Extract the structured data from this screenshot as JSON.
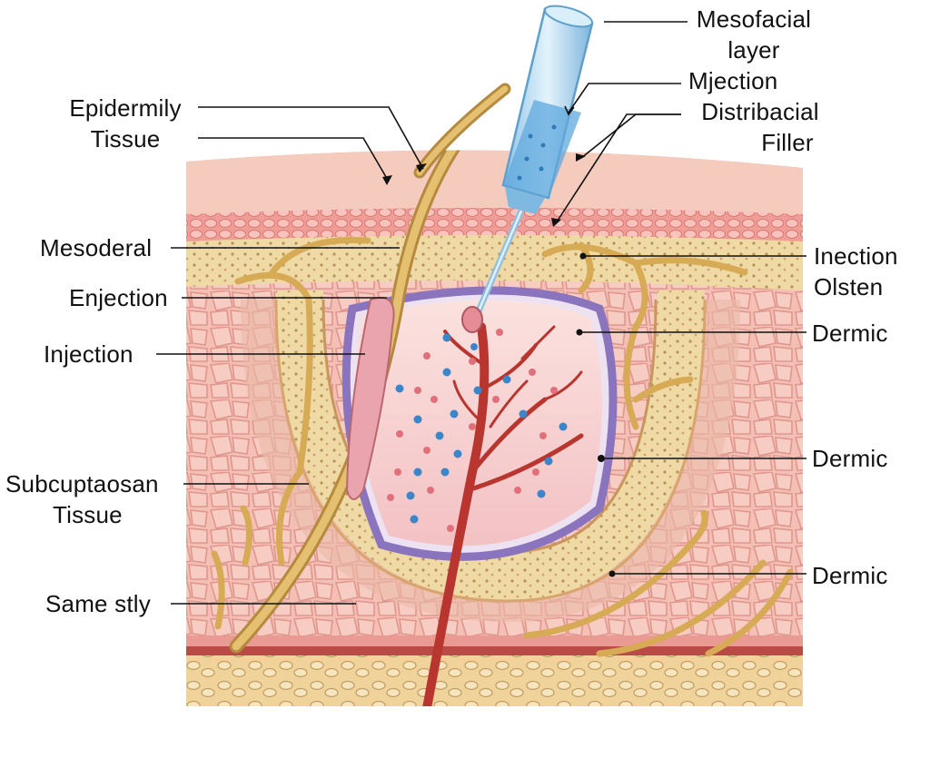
{
  "colors": {
    "epidermis": "#f3c2b4",
    "skin_cells": "#f4b6ae",
    "fat_layer": "#ecd49a",
    "nerve": "#d8b05a",
    "vessel": "#b33a32",
    "filler_pocket": "#f7d3d0",
    "membrane": "#7f6fb7",
    "particle_blue": "#3a86c8",
    "particle_red": "#e0707a",
    "syringe": "#a9d3ee"
  },
  "labels": {
    "mesofacial": [
      "Mesofacial",
      "layer"
    ],
    "mjection": "Mjection",
    "distribacial": [
      "Distribacial",
      "Filler"
    ],
    "epidermily": [
      "Epidermily",
      "Tissue"
    ],
    "mesoderal": "Mesoderal",
    "enjection": "Enjection",
    "injection": "Injection",
    "subcuptaosan": [
      "Subcuptaosan",
      "Tissue"
    ],
    "same_stly": "Same stly",
    "inection_olsten": [
      "Inection",
      "Olsten"
    ],
    "dermic_1": "Dermic",
    "dermic_2": "Dermic",
    "dermic_3": "Dermic"
  }
}
